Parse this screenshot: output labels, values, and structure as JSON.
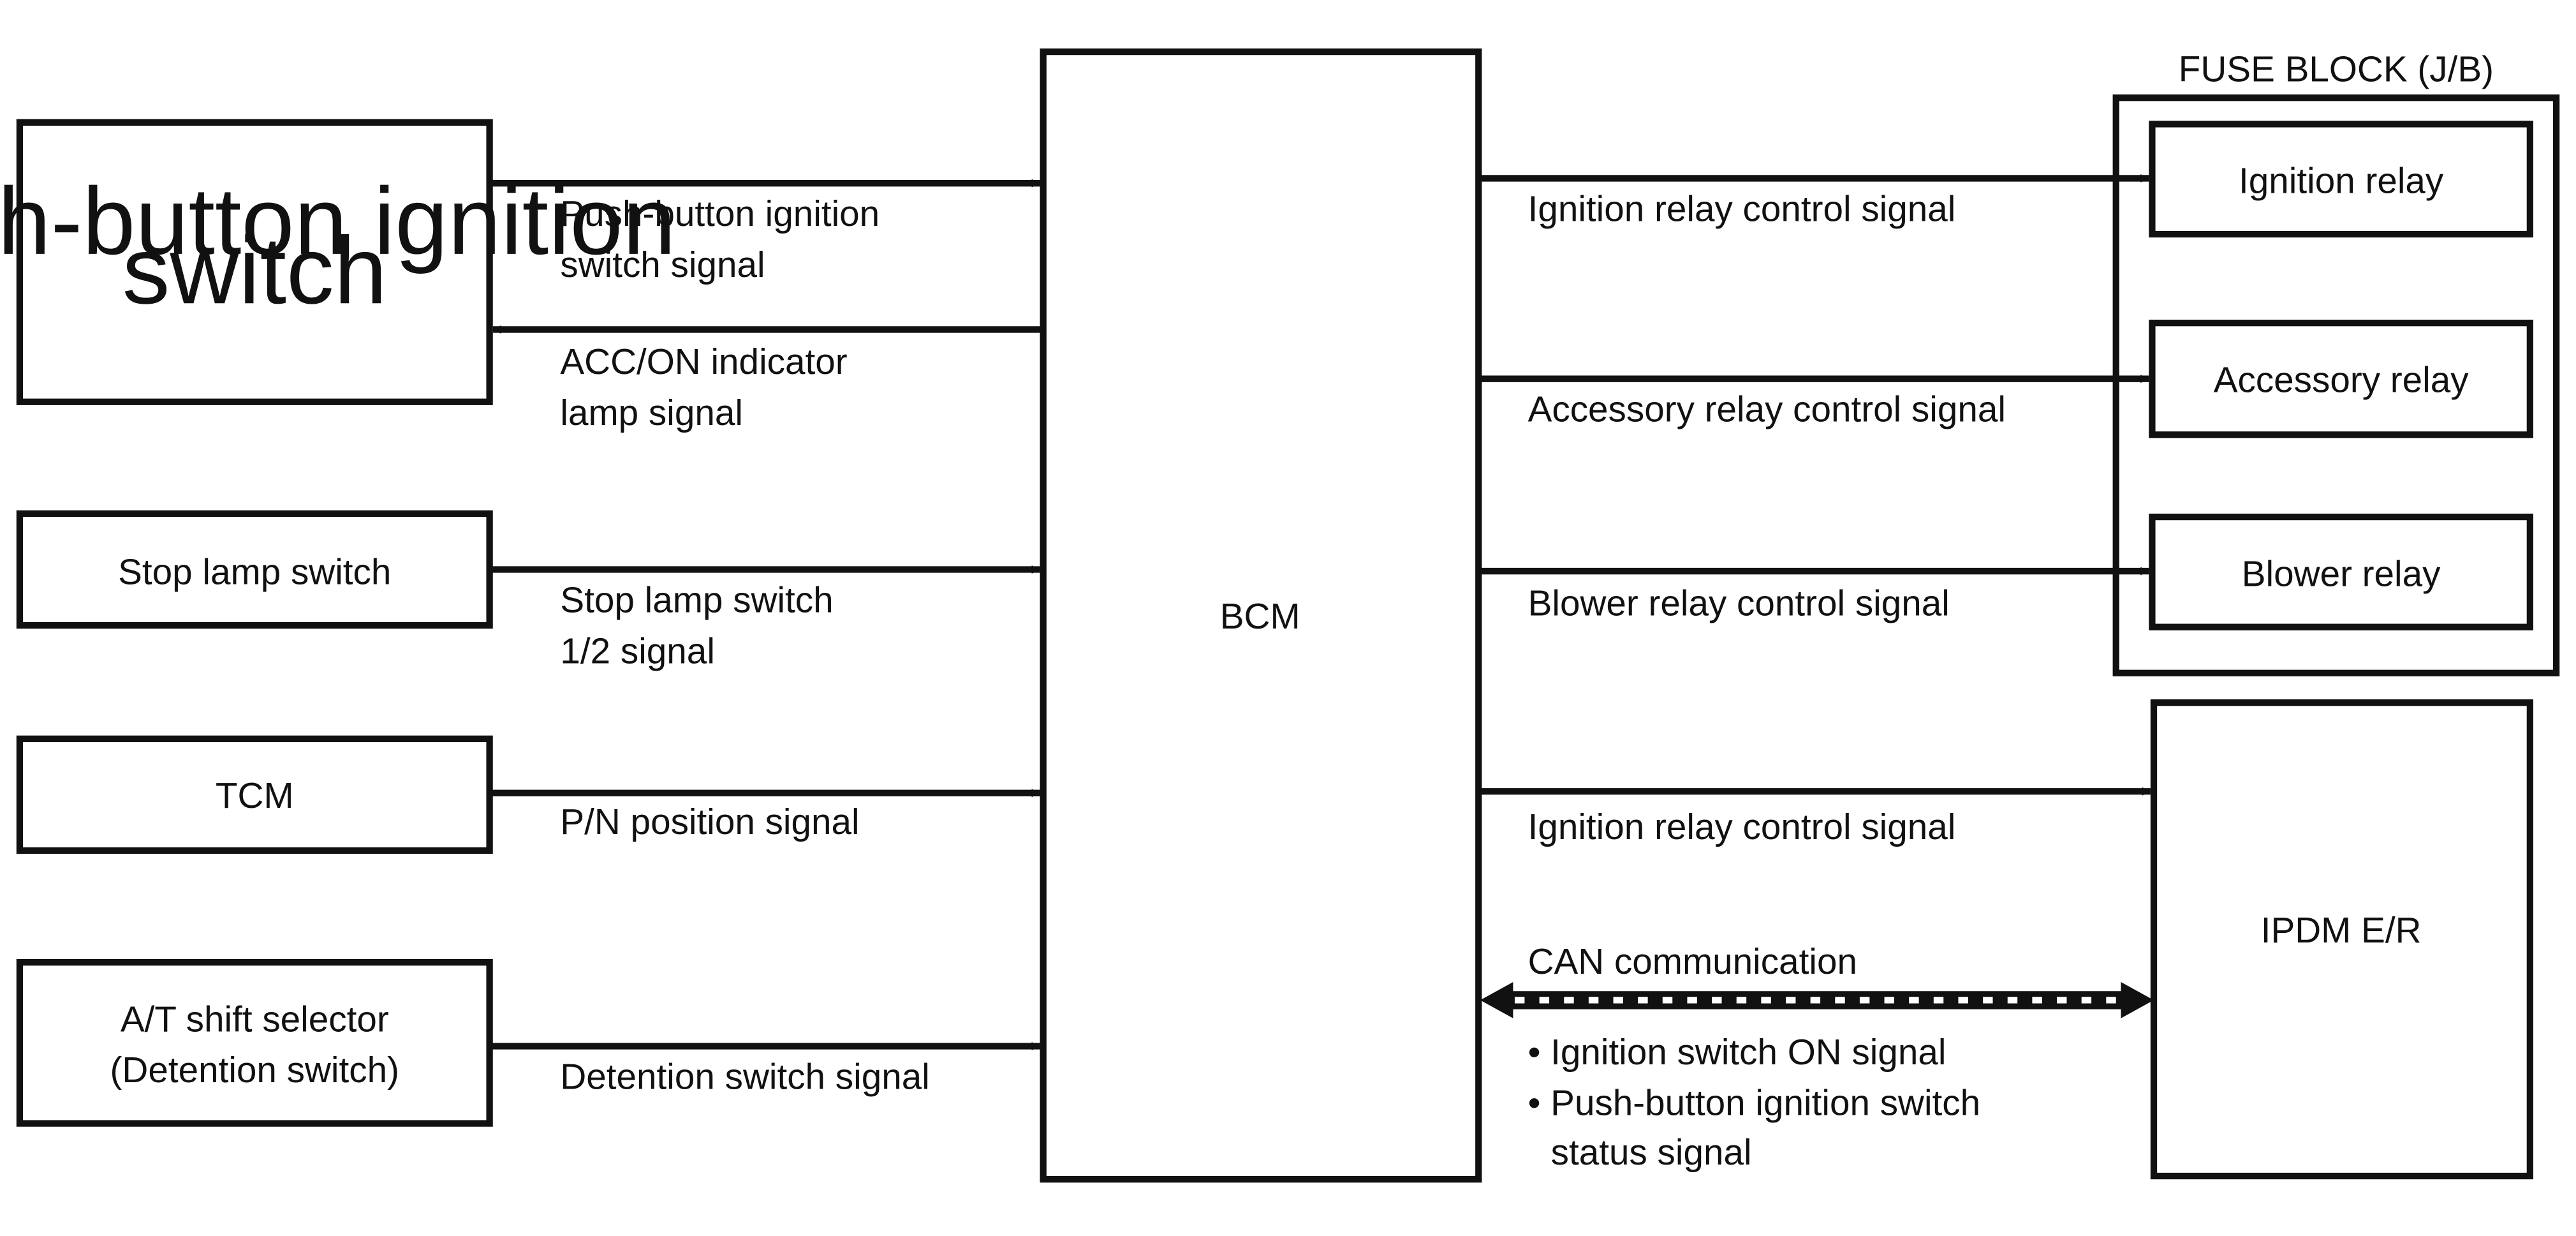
{
  "left_components": {
    "push_button": {
      "line1": "Push-button ignition",
      "line2": "switch"
    },
    "stop_lamp": {
      "label": "Stop lamp switch"
    },
    "tcm": {
      "label": "TCM"
    },
    "at_shift": {
      "line1": "A/T shift selector",
      "line2": "(Detention switch)"
    }
  },
  "bcm": {
    "label": "BCM"
  },
  "fuse_block": {
    "title": "FUSE BLOCK (J/B)",
    "relays": [
      "Ignition relay",
      "Accessory relay",
      "Blower relay"
    ]
  },
  "ipdm": {
    "label": "IPDM E/R"
  },
  "signals": {
    "push_button_signal": {
      "line1": "Push-button ignition",
      "line2": "switch signal"
    },
    "acc_on_indicator": {
      "line1": "ACC/ON indicator",
      "line2": "lamp signal"
    },
    "stop_lamp_signal": {
      "line1": "Stop lamp switch",
      "line2": "1/2 signal"
    },
    "pn_position": "P/N position signal",
    "detention": "Detention switch signal",
    "ignition_relay_ctrl": "Ignition relay control signal",
    "accessory_relay_ctrl": "Accessory relay control signal",
    "blower_relay_ctrl": "Blower relay control signal",
    "ipdm_ignition_relay_ctrl": "Ignition relay control signal",
    "can": {
      "title": "CAN communication",
      "items": [
        "• Ignition switch ON signal",
        "• Push-button ignition switch",
        "status signal"
      ]
    }
  }
}
